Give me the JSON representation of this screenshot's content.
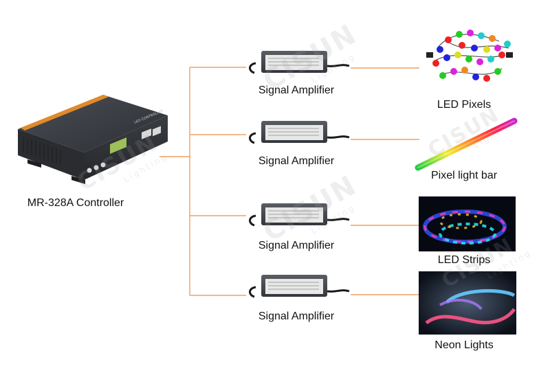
{
  "controller": {
    "label": "MR-328A Controller",
    "panel_text": "LED CONTROLLER"
  },
  "amplifiers": [
    {
      "label": "Signal Amplifier"
    },
    {
      "label": "Signal Amplifier"
    },
    {
      "label": "Signal Amplifier"
    },
    {
      "label": "Signal Amplifier"
    }
  ],
  "outputs": [
    {
      "label": "LED Pixels"
    },
    {
      "label": "Pixel light bar"
    },
    {
      "label": "LED Strips"
    },
    {
      "label": "Neon Lights"
    }
  ],
  "watermark": {
    "brand": "CISUN",
    "sub": "Lighting"
  },
  "colors": {
    "connector": "#f0a060",
    "device_body": "#3a3d42",
    "accent_orange": "#e08a2a"
  }
}
